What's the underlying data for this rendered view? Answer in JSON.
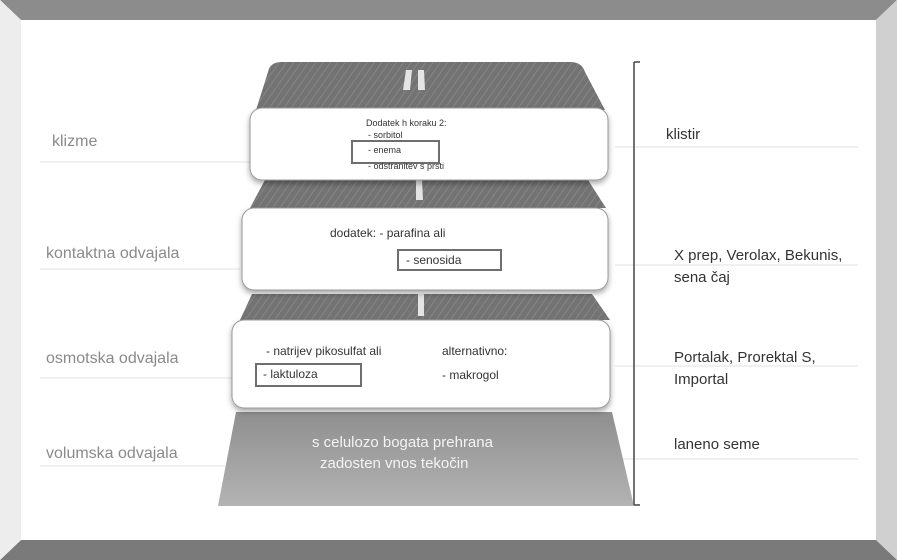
{
  "colors": {
    "frame_top": "#8c8c8c",
    "frame_right": "#c8c8c8",
    "frame_bottom": "#7a7a7a",
    "road_dark": "#6f6f6f",
    "road_light": "#a8a8a8",
    "card": "#ffffff",
    "box_outline": "#6e6e6e",
    "guide_line": "#e0e0e0"
  },
  "left_labels": {
    "level4": "klizme",
    "level3": "kontaktna odvajala",
    "level2": "osmotska odvajala",
    "level1": "volumska odvajala"
  },
  "right_labels": {
    "level4": "klistir",
    "level3": "X prep, Verolax, Bekunis, sena čaj",
    "level2": "Portalak, Prorektal S, Importal",
    "level1": "laneno seme"
  },
  "level4": {
    "heading": "Dodatek h koraku 2:",
    "item1": "- sorbitol",
    "item2": "- enema",
    "item3": "- odstranitev s prsti"
  },
  "level3": {
    "line1": "dodatek: - parafina ali",
    "line2": "- senosida"
  },
  "level2": {
    "col1_line1": "- natrijev pikosulfat ali",
    "col1_line2": "- laktuloza",
    "col2_line1": "alternativno:",
    "col2_line2": "- makrogol"
  },
  "level1": {
    "line1": "s celulozo bogata prehrana",
    "line2": "zadosten vnos tekočin"
  }
}
